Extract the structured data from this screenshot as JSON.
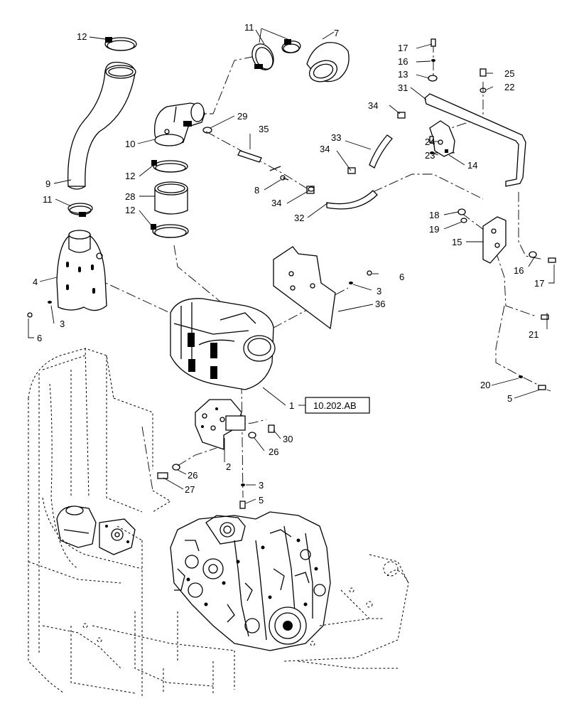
{
  "diagram": {
    "reference_box": "10.202.AB",
    "callouts": [
      {
        "id": "c1",
        "text": "1"
      },
      {
        "id": "c2",
        "text": "2"
      },
      {
        "id": "c3a",
        "text": "3"
      },
      {
        "id": "c3b",
        "text": "3"
      },
      {
        "id": "c3c",
        "text": "3"
      },
      {
        "id": "c4",
        "text": "4"
      },
      {
        "id": "c5a",
        "text": "5"
      },
      {
        "id": "c5b",
        "text": "5"
      },
      {
        "id": "c6a",
        "text": "6"
      },
      {
        "id": "c6b",
        "text": "6"
      },
      {
        "id": "c7",
        "text": "7"
      },
      {
        "id": "c8",
        "text": "8"
      },
      {
        "id": "c9",
        "text": "9"
      },
      {
        "id": "c10",
        "text": "10"
      },
      {
        "id": "c11a",
        "text": "11"
      },
      {
        "id": "c11b",
        "text": "11"
      },
      {
        "id": "c12a",
        "text": "12"
      },
      {
        "id": "c12b",
        "text": "12"
      },
      {
        "id": "c12c",
        "text": "12"
      },
      {
        "id": "c13",
        "text": "13"
      },
      {
        "id": "c14",
        "text": "14"
      },
      {
        "id": "c15",
        "text": "15"
      },
      {
        "id": "c16a",
        "text": "16"
      },
      {
        "id": "c16b",
        "text": "16"
      },
      {
        "id": "c17a",
        "text": "17"
      },
      {
        "id": "c17b",
        "text": "17"
      },
      {
        "id": "c18",
        "text": "18"
      },
      {
        "id": "c19",
        "text": "19"
      },
      {
        "id": "c20",
        "text": "20"
      },
      {
        "id": "c21",
        "text": "21"
      },
      {
        "id": "c22",
        "text": "22"
      },
      {
        "id": "c23",
        "text": "23"
      },
      {
        "id": "c24",
        "text": "24"
      },
      {
        "id": "c25",
        "text": "25"
      },
      {
        "id": "c26a",
        "text": "26"
      },
      {
        "id": "c26b",
        "text": "26"
      },
      {
        "id": "c27",
        "text": "27"
      },
      {
        "id": "c28",
        "text": "28"
      },
      {
        "id": "c29",
        "text": "29"
      },
      {
        "id": "c30",
        "text": "30"
      },
      {
        "id": "c31",
        "text": "31"
      },
      {
        "id": "c32",
        "text": "32"
      },
      {
        "id": "c33",
        "text": "33"
      },
      {
        "id": "c34a",
        "text": "34"
      },
      {
        "id": "c34b",
        "text": "34"
      },
      {
        "id": "c34c",
        "text": "34"
      },
      {
        "id": "c35",
        "text": "35"
      },
      {
        "id": "c36",
        "text": "36"
      }
    ]
  }
}
